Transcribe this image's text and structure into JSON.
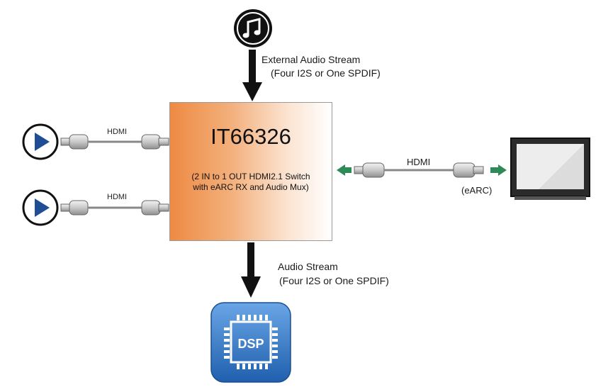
{
  "chip": {
    "name": "IT66326",
    "description_line1": "(2 IN to 1 OUT HDMI2.1 Switch",
    "description_line2": "with eARC RX and Audio Mux)"
  },
  "external_audio": {
    "label_line1": "External Audio Stream",
    "label_line2": "(Four I2S or One SPDIF)"
  },
  "output_audio": {
    "label_line1": "Audio Stream",
    "label_line2": "(Four I2S or One SPDIF)"
  },
  "inputs": [
    {
      "cable_label": "HDMI"
    },
    {
      "cable_label": "HDMI"
    }
  ],
  "output": {
    "cable_label": "HDMI",
    "earc_label": "(eARC)"
  },
  "dsp": {
    "label": "DSP"
  },
  "icons": {
    "music": "music-note-icon",
    "player": "play-icon",
    "tv": "tv-icon",
    "dsp": "dsp-chip-icon"
  },
  "colors": {
    "chip_gradient_start": "#ee8a43",
    "arrow": "#111111",
    "earc_arrow": "#2e8b57",
    "play_triangle": "#1f4e96",
    "dsp_blue": "#2a6db8"
  }
}
